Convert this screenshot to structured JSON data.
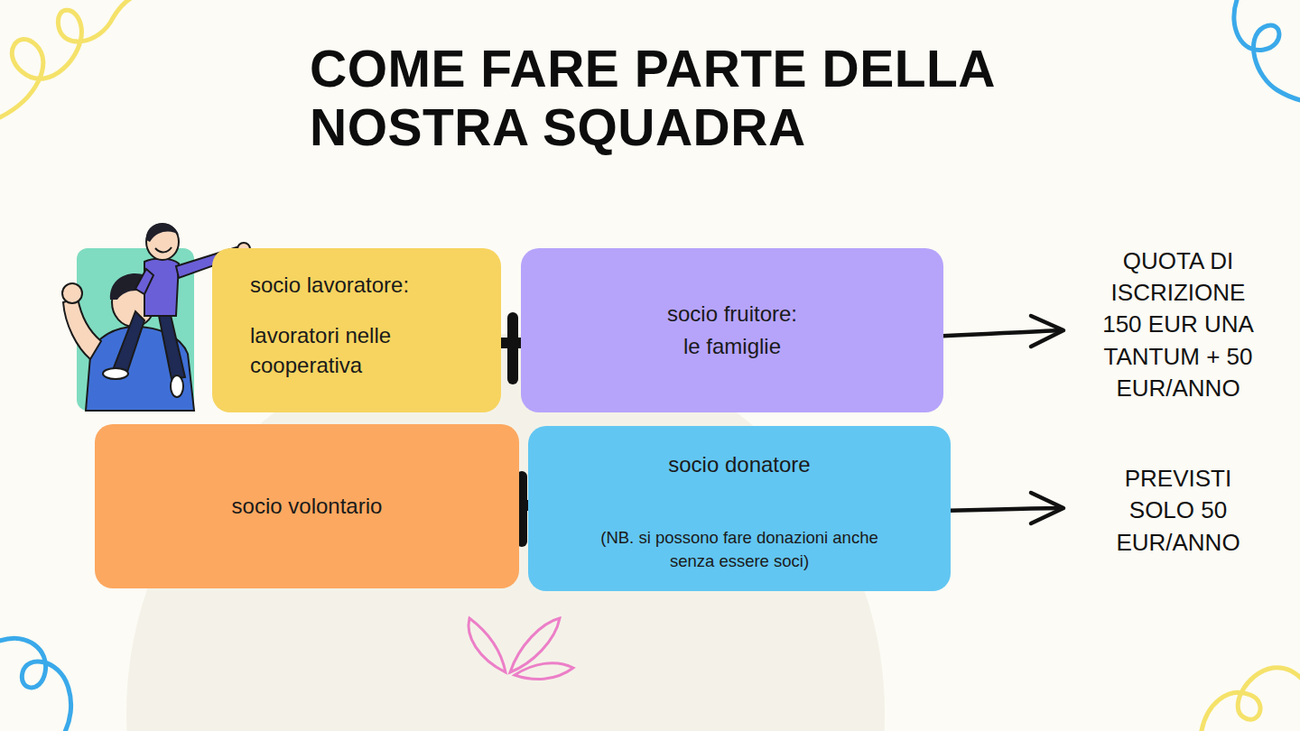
{
  "diagram": {
    "title": "COME FARE PARTE DELLA NOSTRA SQUADRA",
    "nodes": [
      {
        "text": [
          "socio lavoratore:",
          "lavoratori nelle cooperativa"
        ]
      },
      {
        "text": [
          "socio fruitore:",
          "le famiglie"
        ]
      },
      {
        "text": [
          "socio volontario"
        ]
      },
      {
        "text": [
          "socio donatore",
          "(NB. si possono fare donazioni anche senza essere soci)"
        ]
      }
    ],
    "labels": [
      "QUOTA DI ISCRIZIONE 150 EUR UNA TANTUM + 50 EUR/ANNO",
      "PREVISTI SOLO 50 EUR/ANNO"
    ]
  }
}
